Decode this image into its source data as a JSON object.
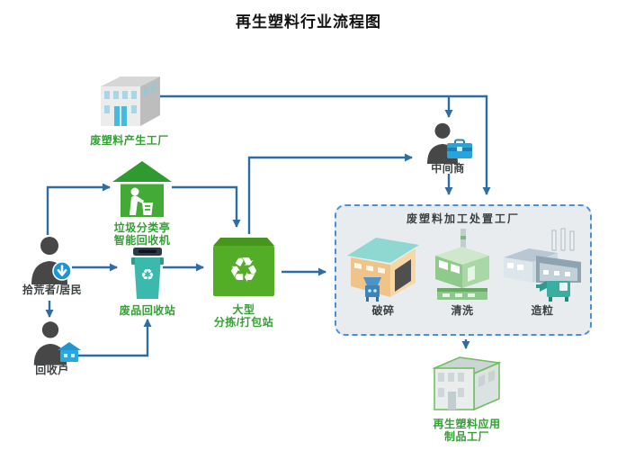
{
  "title": "再生塑料行业流程图",
  "nodes": {
    "source_factory": {
      "label": "废塑料产生工厂"
    },
    "middleman": {
      "label": "中间商"
    },
    "smart_kiosk": {
      "label_line1": "垃圾分类亭",
      "label_line2": "智能回收机"
    },
    "scavenger": {
      "label": "拾荒者/居民"
    },
    "waste_station": {
      "label": "废品回收站"
    },
    "recycler_household": {
      "label": "回收户"
    },
    "sorting_station": {
      "label_line1": "大型",
      "label_line2": "分拣/打包站"
    },
    "processing_plant": {
      "label": "废塑料加工处置工厂",
      "steps": [
        {
          "label": "破碎"
        },
        {
          "label": "清洗"
        },
        {
          "label": "造粒"
        }
      ]
    },
    "product_factory": {
      "label_line1": "再生塑料应用",
      "label_line2": "制品工厂"
    }
  },
  "icons": {
    "recycle_symbol": "♻"
  },
  "colors": {
    "arrow": "#2e6da4",
    "facility_label": "#33a033",
    "dark_label": "#3b4043",
    "dashed_box_border": "#4a90d9",
    "dashed_box_bg": "#e9ecef",
    "kiosk_green": "#42aa35",
    "bin_teal": "#3ab9ac",
    "box_green": "#54ad27",
    "briefcase_blue": "#29a3dc"
  }
}
